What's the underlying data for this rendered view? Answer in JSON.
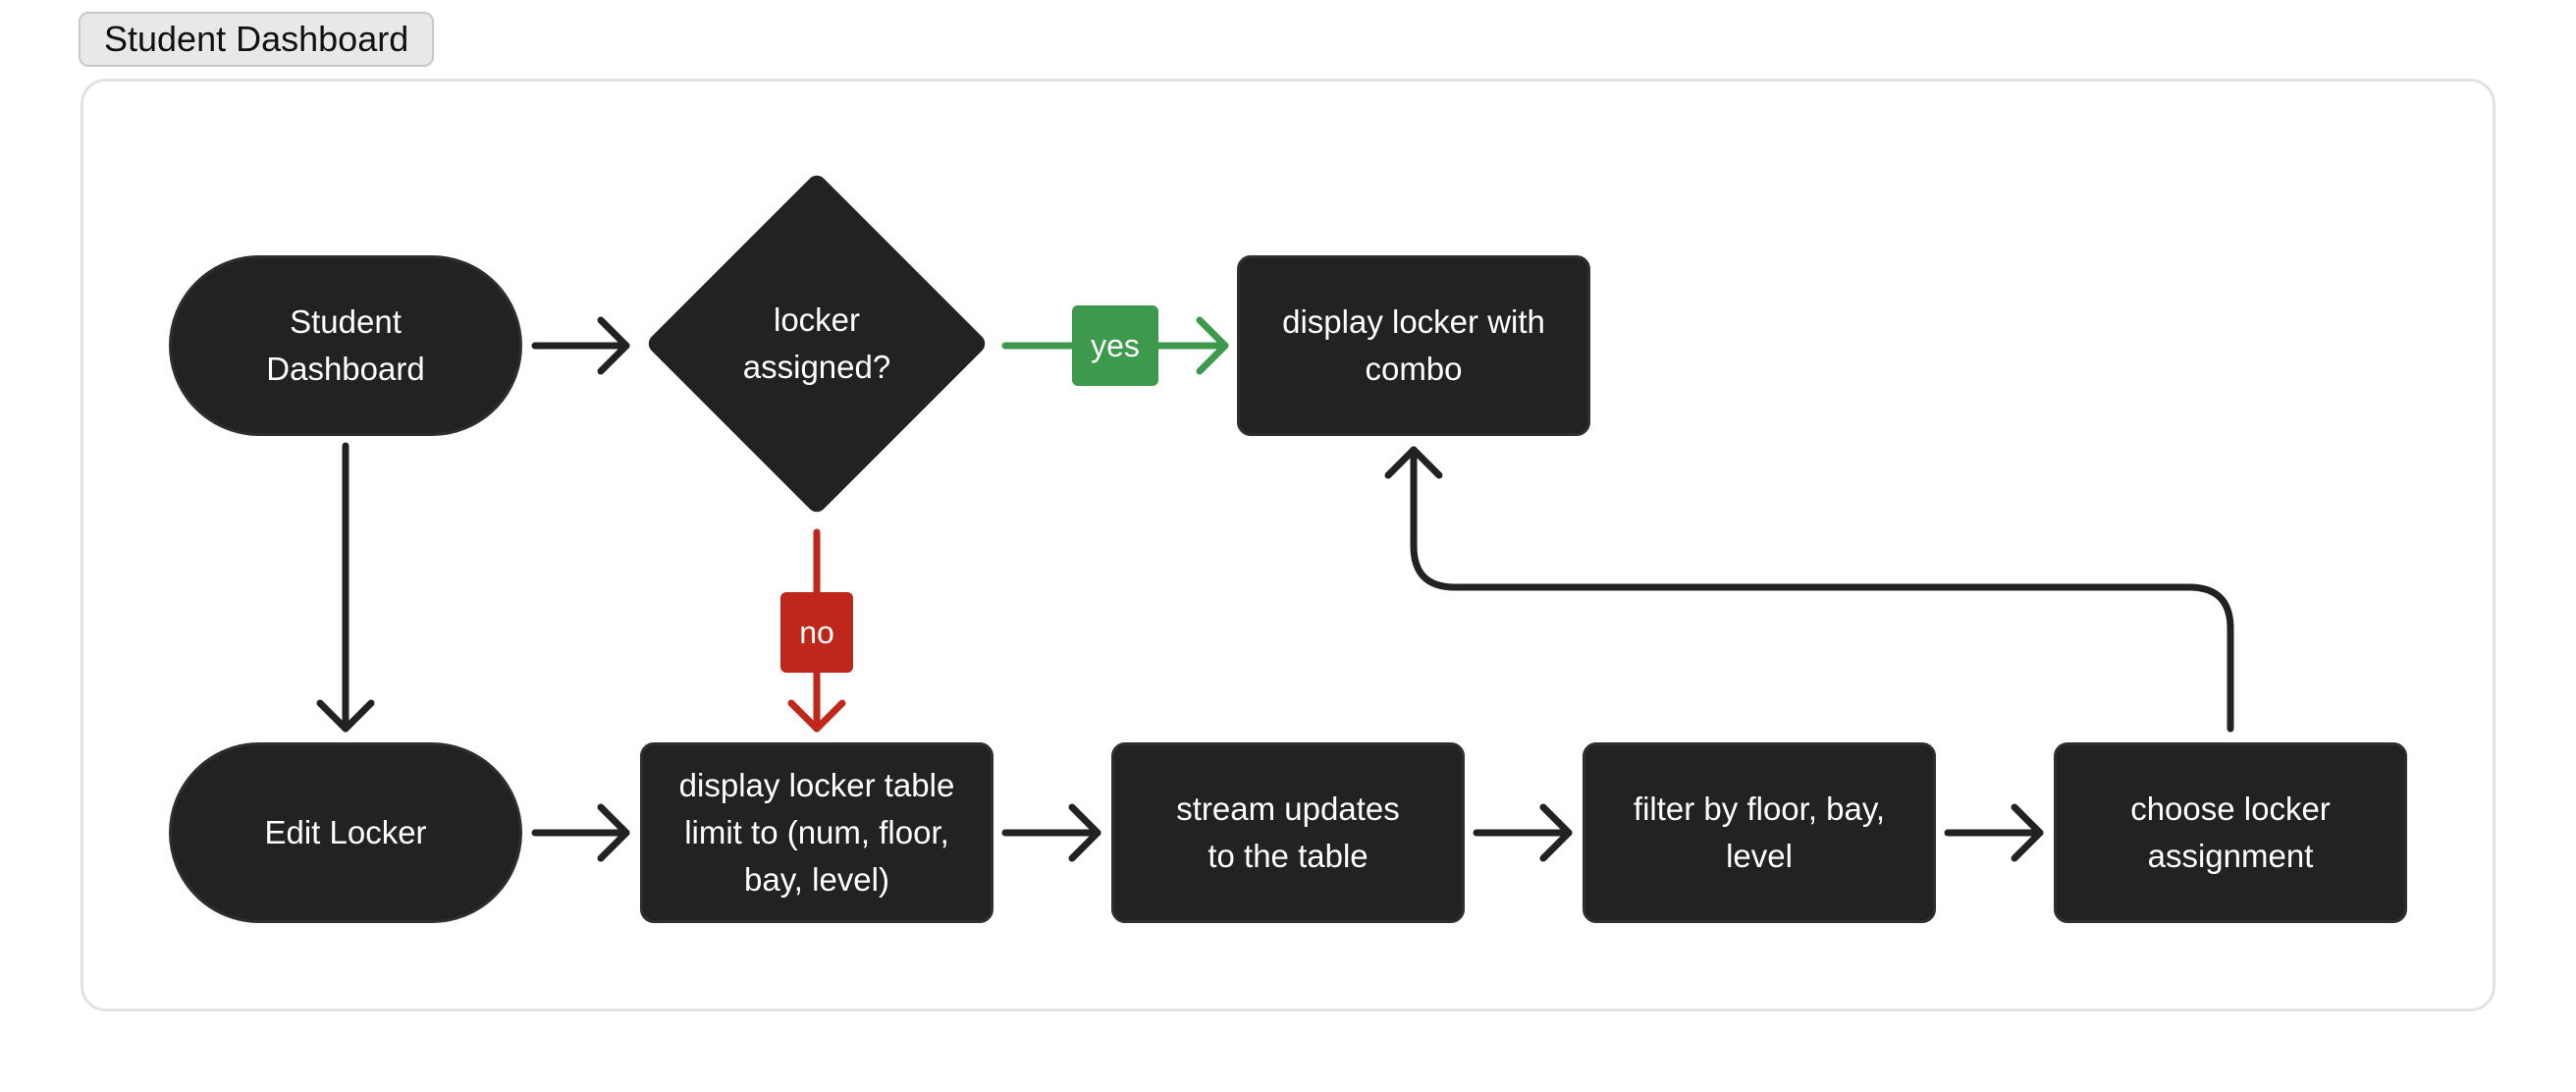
{
  "header": {
    "title": "Student Dashboard"
  },
  "nodes": {
    "student_dashboard": "Student Dashboard",
    "locker_assigned": "locker assigned?",
    "display_locker_combo": "display locker with combo",
    "edit_locker": "Edit Locker",
    "display_locker_table": "display locker table limit to (num, floor, bay, level)",
    "stream_updates": "stream updates to the table",
    "filter_by": "filter by floor, bay, level",
    "choose_locker": "choose locker assignment"
  },
  "edges": {
    "yes_label": "yes",
    "no_label": "no"
  },
  "colors": {
    "node_fill": "#222222",
    "connector": "#222222",
    "yes": "#3d9a4d",
    "no": "#c0271b",
    "frame_border": "#e2e2e2",
    "title_tab_fill": "#e8e8e8"
  }
}
